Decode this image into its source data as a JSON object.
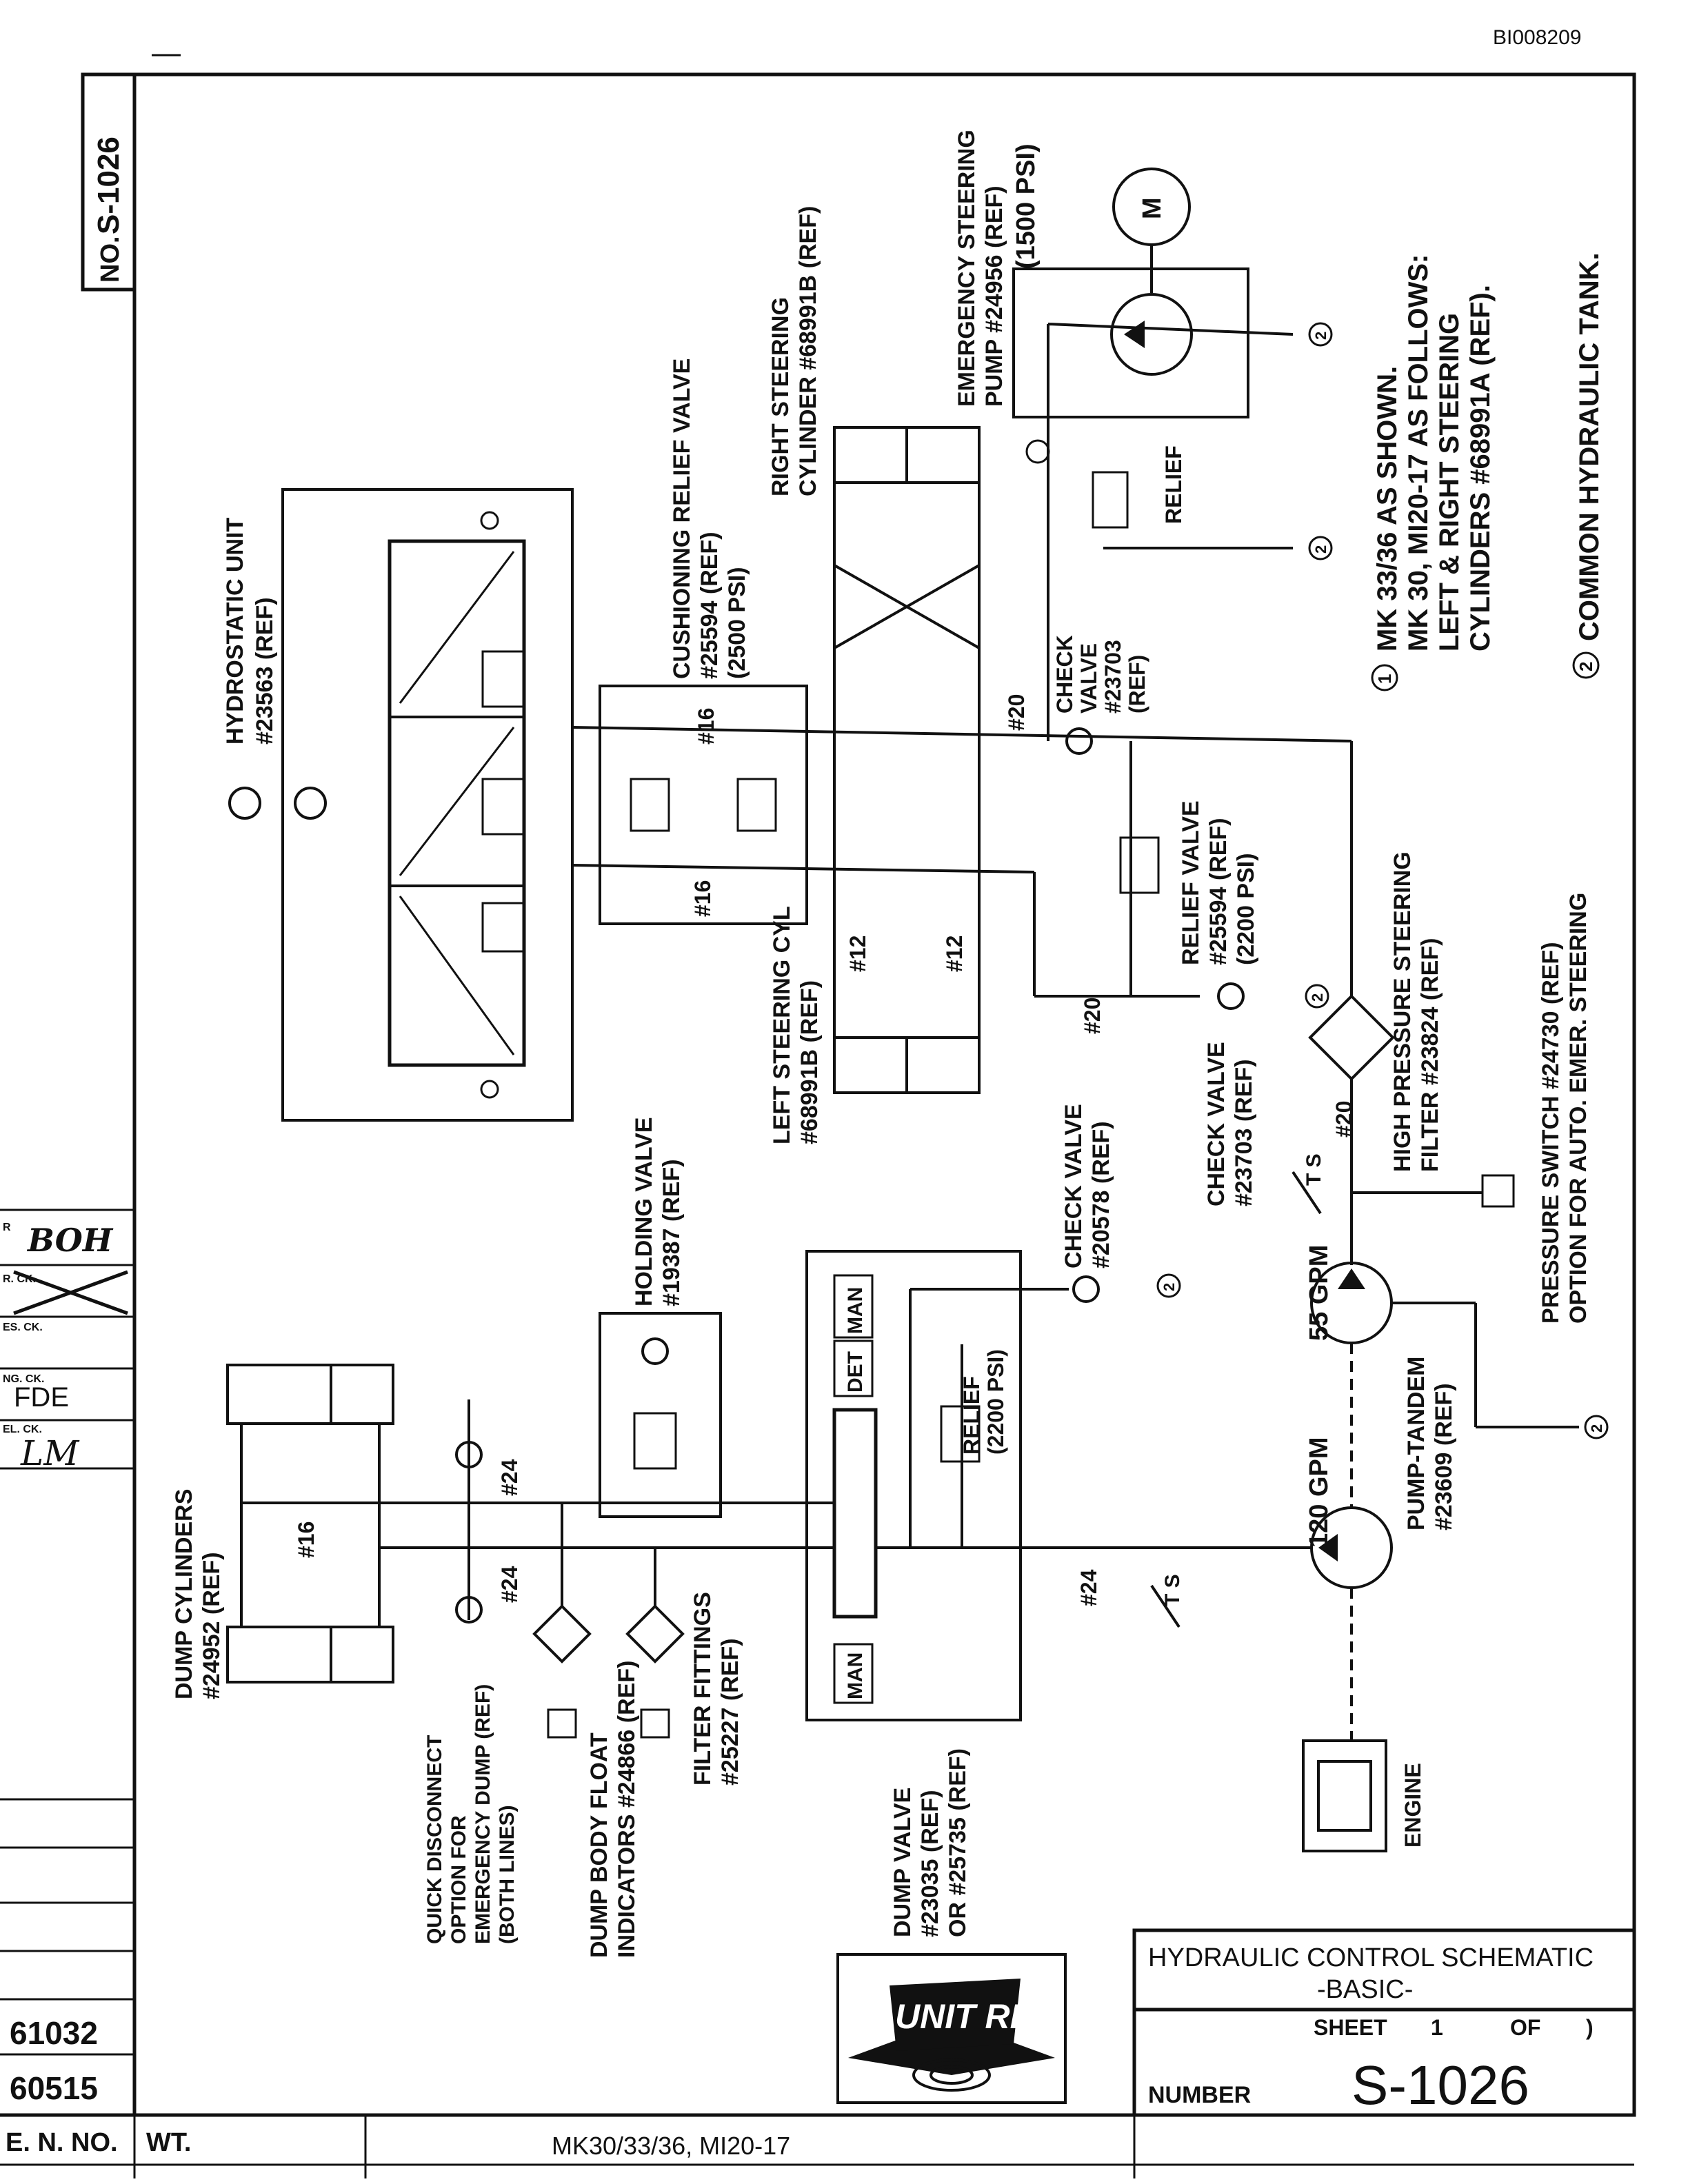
{
  "doc_id": "BI008209",
  "drawing_no_prefix": "NO.",
  "drawing_no": "S-1026",
  "title_block": {
    "title_line1": "HYDRAULIC CONTROL SCHEMATIC",
    "title_line2": "-BASIC-",
    "sheet_label": "SHEET",
    "sheet_num": "1",
    "of_label": "OF",
    "sheet_total": ")",
    "number_label": "NUMBER",
    "number_value": "S-1026",
    "models": "MK30/33/36, MI20-17",
    "logo_text": "UNIT RIG"
  },
  "revision_block": {
    "en_no_label": "E. N. NO.",
    "wt_label": "WT.",
    "rev1": "61032",
    "rev2": "60515",
    "sig_dr": "BOH",
    "sig_ch": "FDE",
    "sig_el": "LM",
    "row_labels": [
      "R",
      "R. CK.",
      "ES. CK.",
      "NG. CK.",
      "EL. CK."
    ]
  },
  "notes": {
    "note1_marker": "1",
    "note1_lines": [
      "MK 33/36 AS SHOWN.",
      "MK 30, MI20-17 AS FOLLOWS:",
      "LEFT & RIGHT STEERING",
      "CYLINDERS #68991A (REF)."
    ],
    "note2_marker": "2",
    "note2_text": "COMMON HYDRAULIC TANK."
  },
  "components": {
    "hydrostatic_unit": [
      "HYDROSTATIC UNIT",
      "#23563 (REF)"
    ],
    "cushioning_relief": [
      "CUSHIONING RELIEF VALVE",
      "#25594 (REF)",
      "(2500 PSI)"
    ],
    "right_steering_cyl": [
      "RIGHT STEERING",
      "CYLINDER #68991B (REF)"
    ],
    "left_steering_cyl": [
      "LEFT STEERING CYL",
      "#68991B (REF)"
    ],
    "emergency_pump": [
      "EMERGENCY STEERING",
      "PUMP #24956 (REF)",
      "(1500 PSI)"
    ],
    "motor_symbol": "M",
    "relief_small": "RELIEF",
    "check_valve_top": [
      "CHECK",
      "VALVE",
      "#23703",
      "(REF)"
    ],
    "relief_valve_mid": [
      "RELIEF VALVE",
      "#25594 (REF)",
      "(2200 PSI)"
    ],
    "check_valve_mid": [
      "CHECK VALVE",
      "#23703 (REF)"
    ],
    "hp_filter": [
      "HIGH PRESSURE STEERING",
      "FILTER #23824 (REF)"
    ],
    "pressure_switch": [
      "PRESSURE SWITCH #24730 (REF)",
      "OPTION FOR AUTO. EMER. STEERING"
    ],
    "holding_valve": [
      "HOLDING VALVE",
      "#19387 (REF)"
    ],
    "check_valve_low": [
      "CHECK VALVE",
      "#20578 (REF)"
    ],
    "dump_relief": [
      "RELIEF",
      "(2200 PSI)"
    ],
    "dump_valve": [
      "DUMP VALVE",
      "#23035 (REF)",
      "OR #25735 (REF)"
    ],
    "dump_cylinders": [
      "DUMP CYLINDERS",
      "#24952 (REF)"
    ],
    "quick_disconnect": [
      "QUICK DISCONNECT",
      "OPTION FOR",
      "EMERGENCY DUMP (REF)",
      "(BOTH LINES)"
    ],
    "float_indicators": [
      "DUMP BODY FLOAT",
      "INDICATORS #24866 (REF)"
    ],
    "filter_fittings": [
      "FILTER FITTINGS",
      "#25227 (REF)"
    ],
    "pump_tandem": [
      "PUMP-TANDEM",
      "#23609 (REF)"
    ],
    "engine": "ENGINE",
    "flow_55": "55 GPM",
    "flow_120": "120 GPM",
    "spool_det": "DET",
    "spool_man": "MAN",
    "spool_man2": "MAN",
    "ts_label": "T S"
  },
  "line_sizes": {
    "l16a": "#16",
    "l16b": "#16",
    "l16c": "#16",
    "l20a": "#20",
    "l20b": "#20",
    "l20c": "#20",
    "l12a": "#12",
    "l12b": "#12",
    "l24a": "#24",
    "l24b": "#24",
    "l24c": "#24"
  },
  "tank_ref": "2"
}
